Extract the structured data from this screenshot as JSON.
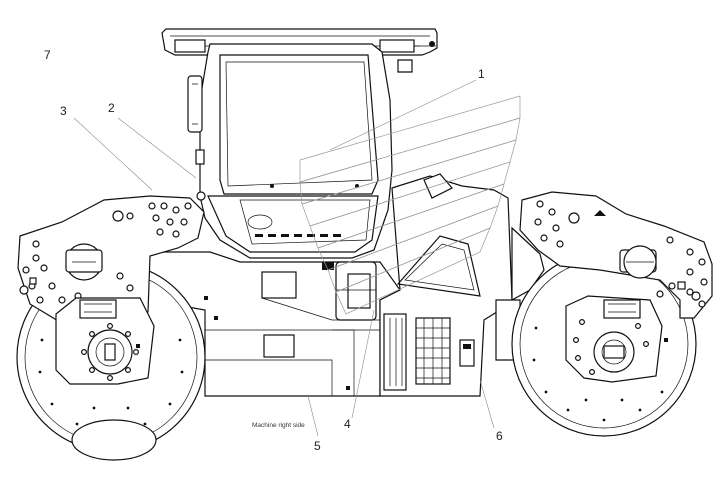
{
  "callouts": [
    "1",
    "2",
    "3",
    "4",
    "5",
    "6",
    "7"
  ],
  "caption": "Machine right side"
}
